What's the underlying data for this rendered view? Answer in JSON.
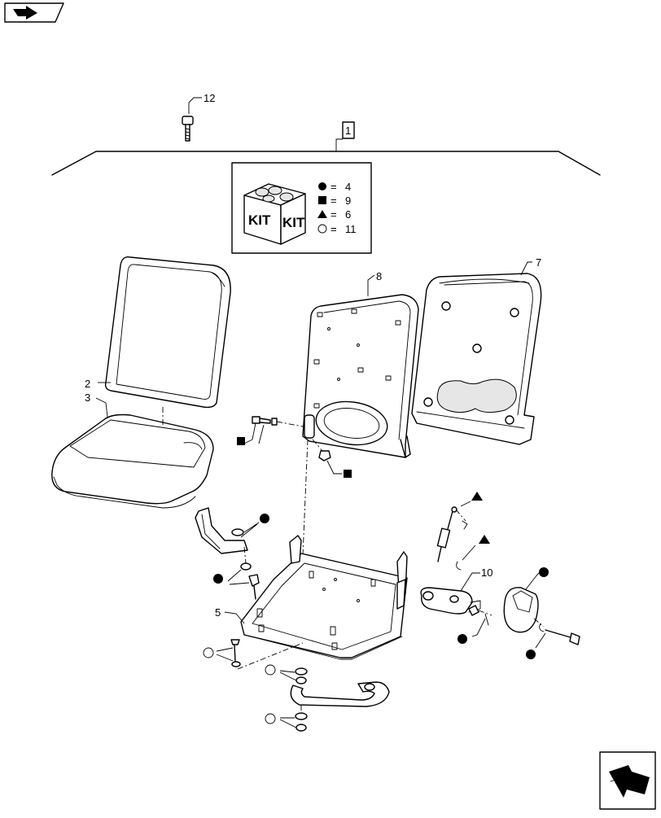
{
  "navigation": {
    "corner_icon": "return-arrow-icon",
    "corner_action_icon": "next-page-arrow-icon"
  },
  "callouts": {
    "kit_ref": "1",
    "n2": "2",
    "n3": "3",
    "n5": "5",
    "n7": "7",
    "n8": "8",
    "n10": "10",
    "n12": "12"
  },
  "kit_legend": {
    "box_text_1": "KIT",
    "box_text_2": "KIT",
    "items": [
      {
        "symbol": "filled-circle",
        "sign": "=",
        "value": "4"
      },
      {
        "symbol": "filled-square",
        "sign": "=",
        "value": "9"
      },
      {
        "symbol": "filled-triangle",
        "sign": "=",
        "value": "6"
      },
      {
        "symbol": "open-circle",
        "sign": "=",
        "value": "11"
      }
    ]
  },
  "colors": {
    "line": "#000000",
    "background": "#ffffff",
    "shade": "#e6e6e6"
  }
}
